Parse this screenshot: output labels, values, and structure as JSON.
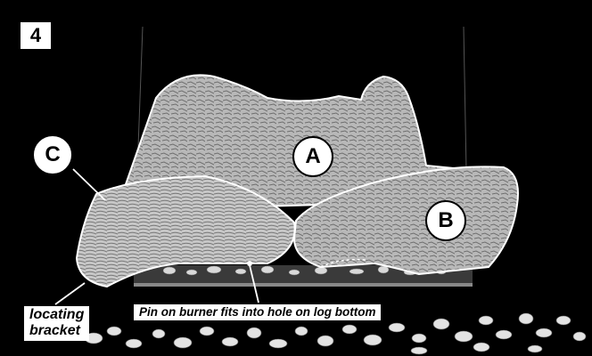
{
  "figure": {
    "step_number": "4",
    "log_labels": {
      "a": "A",
      "b": "B",
      "c": "C"
    },
    "callouts": {
      "locating_bracket_line1": "locating",
      "locating_bracket_line2": "bracket",
      "pin_note": "Pin on burner fits into hole on log bottom"
    },
    "colors": {
      "background": "#000000",
      "log_fill": "#bfbfbf",
      "outline": "#ffffff"
    }
  }
}
